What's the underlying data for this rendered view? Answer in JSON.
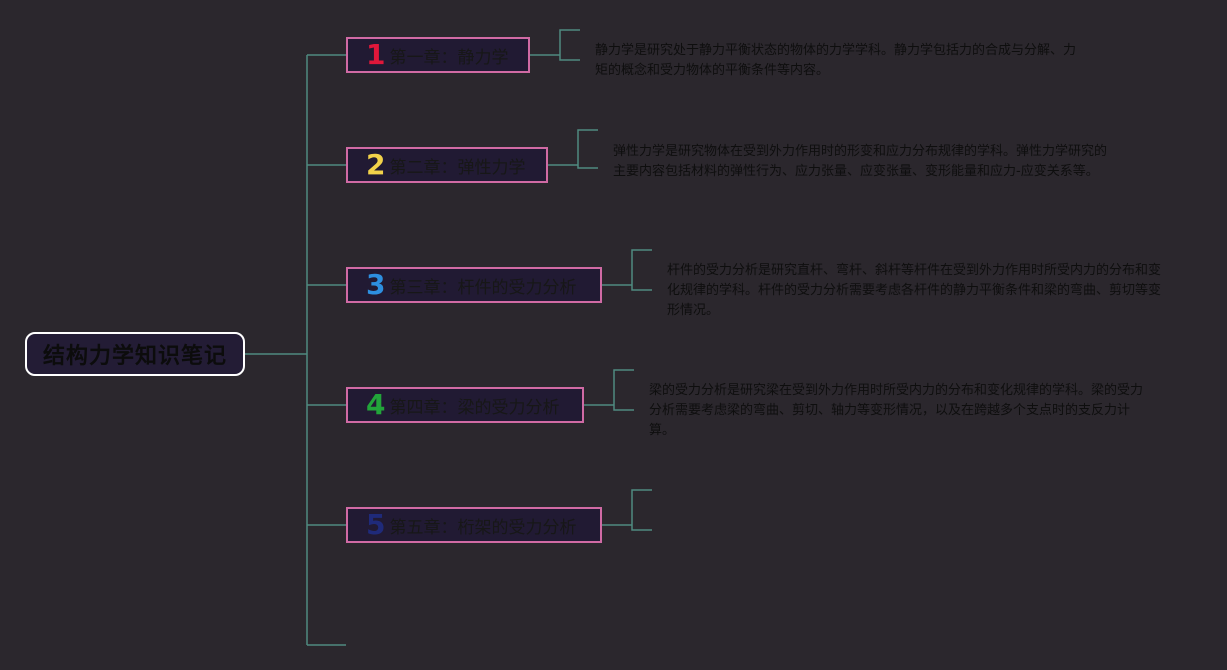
{
  "root": {
    "title": "结构力学知识笔记"
  },
  "chapters": [
    {
      "number": "1",
      "color": "#e0173a",
      "label": "第一章：静力学",
      "description": "静力学是研究处于静力平衡状态的物体的力学学科。静力学包括力的合成与分解、力矩的概念和受力物体的平衡条件等内容。"
    },
    {
      "number": "2",
      "color": "#f2d24a",
      "label": "第二章：弹性力学",
      "description": "弹性力学是研究物体在受到外力作用时的形变和应力分布规律的学科。弹性力学研究的主要内容包括材料的弹性行为、应力张量、应变张量、变形能量和应力-应变关系等。"
    },
    {
      "number": "3",
      "color": "#2d8fe0",
      "label": "第三章：杆件的受力分析",
      "description": "杆件的受力分析是研究直杆、弯杆、斜杆等杆件在受到外力作用时所受内力的分布和变化规律的学科。杆件的受力分析需要考虑各杆件的静力平衡条件和梁的弯曲、剪切等变形情况。"
    },
    {
      "number": "4",
      "color": "#22a53a",
      "label": "第四章：梁的受力分析",
      "description": "梁的受力分析是研究梁在受到外力作用时所受内力的分布和变化规律的学科。梁的受力分析需要考虑梁的弯曲、剪切、轴力等变形情况，以及在跨越多个支点时的支反力计算。"
    },
    {
      "number": "5",
      "color": "#1f2a7a",
      "label": "第五章：桁架的受力分析",
      "description": ""
    }
  ],
  "colors": {
    "connector": "#4f8a80",
    "chapter_border": "#d06aa4",
    "root_border": "#ffffff"
  }
}
